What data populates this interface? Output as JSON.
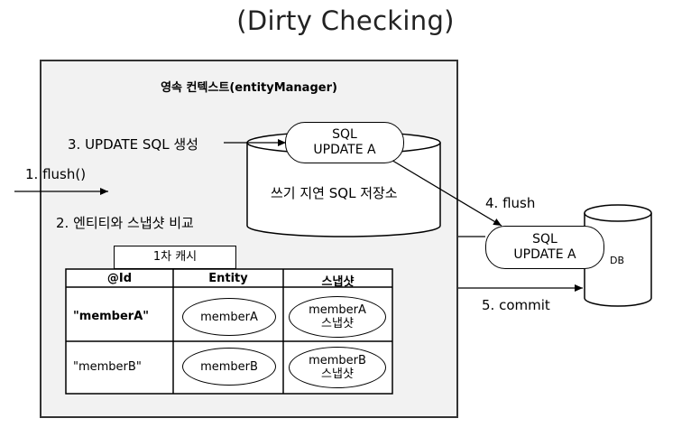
{
  "title": "(Dirty Checking)",
  "context_title": "영속 컨텍스트(entityManager)",
  "steps": {
    "flush": "1. flush()",
    "compare": "2. 엔티티와 스냅샷 비교",
    "update_sql": "3. UPDATE SQL 생성",
    "flush_db": "4. flush",
    "commit": "5. commit"
  },
  "write_store": {
    "label": "쓰기 지연 SQL 저장소",
    "sql_title": "SQL",
    "sql_stmt": "UPDATE A"
  },
  "db": {
    "label": "DB",
    "sql_title": "SQL",
    "sql_stmt": "UPDATE A"
  },
  "cache": {
    "label": "1차 캐시",
    "headers": [
      "@Id",
      "Entity",
      "스냅샷"
    ],
    "rows": [
      {
        "id": "\"memberA\"",
        "entity": "memberA",
        "snapshot_line1": "memberA",
        "snapshot_line2": "스냅샷"
      },
      {
        "id": "\"memberB\"",
        "entity": "memberB",
        "snapshot_line1": "memberB",
        "snapshot_line2": "스냅샷"
      }
    ]
  }
}
